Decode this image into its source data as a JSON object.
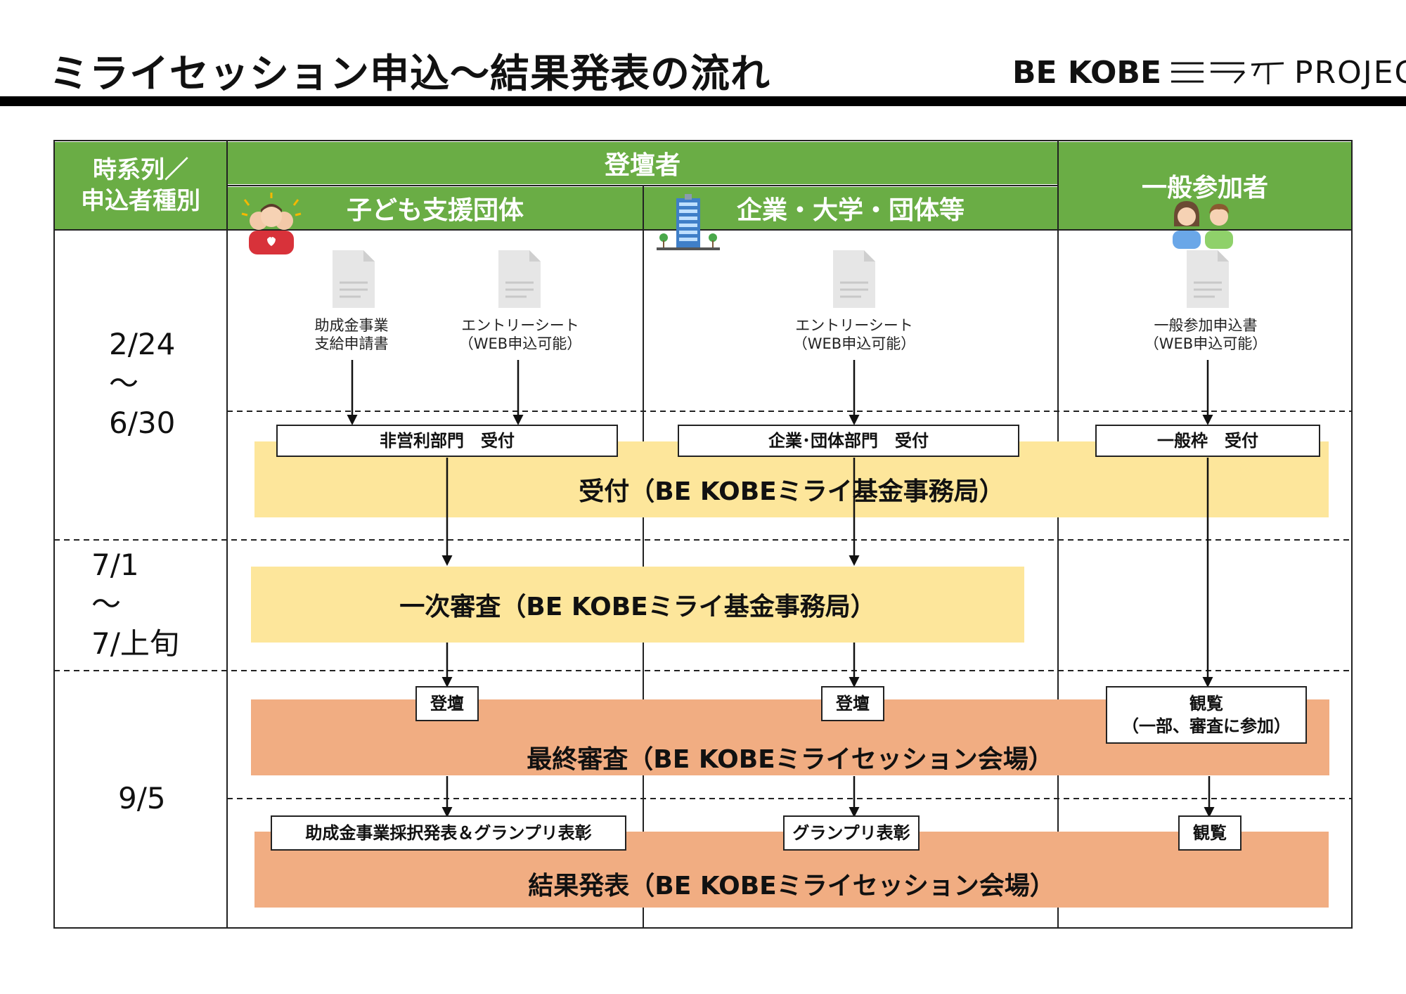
{
  "header": {
    "title": "ミライセッション申込～結果発表の流れ",
    "brand_bold": "BE KOBE",
    "brand_light": "PROJECT"
  },
  "table": {
    "corner_header": "時系列／\n申込者種別",
    "group_header": "登壇者",
    "columns": {
      "children": "子ども支援団体",
      "company": "企業・大学・団体等",
      "general": "一般参加者"
    }
  },
  "periods": {
    "p1": "2/24\n～\n6/30",
    "p2": "7/1\n～\n7/上旬",
    "p3": "9/5"
  },
  "documents": {
    "grant_application": "助成金事業\n支給申請書",
    "entry_sheet_children": "エントリーシート\n（WEB申込可能）",
    "entry_sheet_company": "エントリーシート\n（WEB申込可能）",
    "general_application": "一般参加申込書\n（WEB申込可能）"
  },
  "boxes": {
    "nonprofit_reception": "非営利部門　受付",
    "company_reception": "企業･団体部門　受付",
    "general_reception": "一般枠　受付",
    "stage_children": "登壇",
    "stage_company": "登壇",
    "viewing_part": "観覧\n（一部、審査に参加）",
    "grant_announcement": "助成金事業採択発表＆グランプリ表彰",
    "grandprix_award": "グランプリ表彰",
    "viewing": "観覧"
  },
  "bands": {
    "reception": "受付（BE KOBEミライ基金事務局）",
    "first_review": "一次審査（BE KOBEミライ基金事務局）",
    "final_review": "最終審査（BE KOBEミライセッション会場）",
    "results": "結果発表（BE KOBEミライセッション会場）"
  },
  "colors": {
    "header_green": "#6aad45",
    "band_yellow": "#fde69b",
    "band_orange": "#f1ad82"
  },
  "icons": {
    "children": "children-group-icon",
    "company": "office-building-icon",
    "general": "people-icon",
    "document": "document-icon"
  }
}
